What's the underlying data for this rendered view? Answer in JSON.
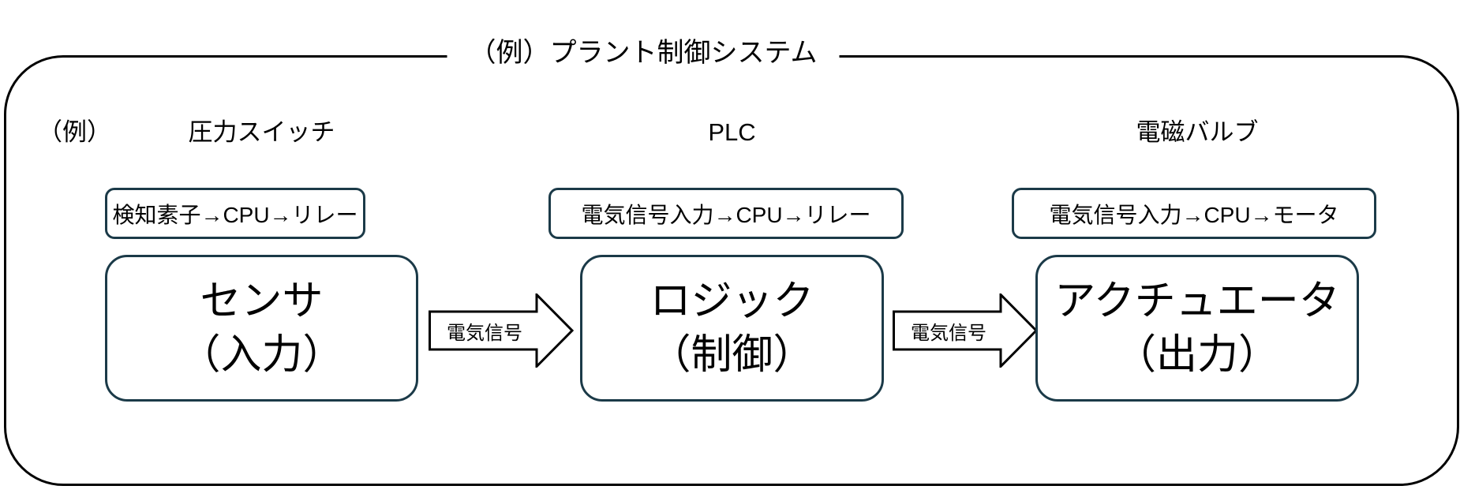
{
  "diagram": {
    "title": "（例）プラント制御システム",
    "example_label": "（例）",
    "columns": [
      {
        "header": "圧力スイッチ",
        "detail": "検知素子→CPU→リレー",
        "block_line1": "センサ",
        "block_line2": "（入力）"
      },
      {
        "header": "PLC",
        "detail": "電気信号入力→CPU→リレー",
        "block_line1": "ロジック",
        "block_line2": "（制御）"
      },
      {
        "header": "電磁バルブ",
        "detail": "電気信号入力→CPU→モータ",
        "block_line1": "アクチュエータ",
        "block_line2": "（出力）"
      }
    ],
    "arrows": [
      {
        "label": "電気信号"
      },
      {
        "label": "電気信号"
      }
    ],
    "colors": {
      "outer_border": "#000000",
      "box_border": "#1b3a48",
      "arrow_border": "#000000",
      "text": "#000000",
      "background": "#ffffff"
    }
  }
}
